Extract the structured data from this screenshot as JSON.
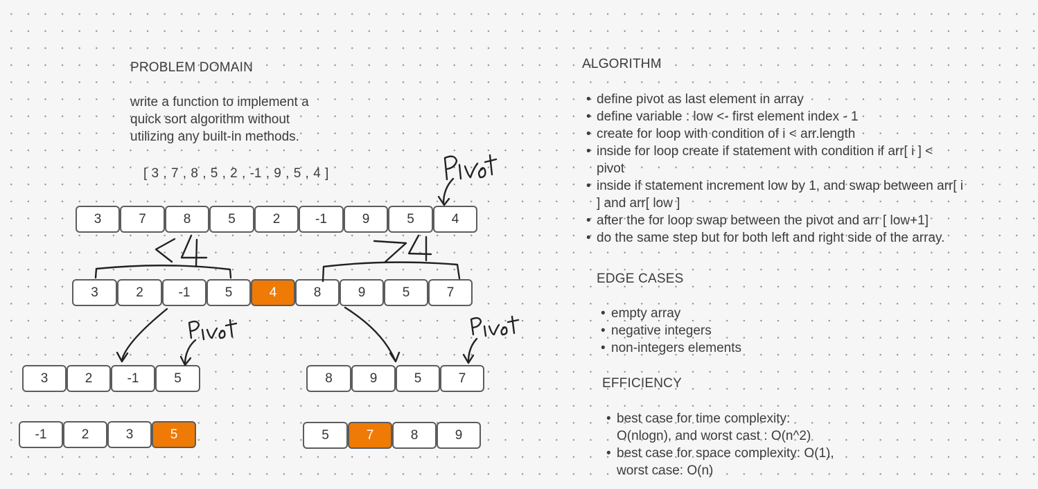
{
  "problem": {
    "heading": "PROBLEM DOMAIN",
    "lines": [
      "write a function to implement a",
      "quick sort algorithm without",
      "utilizing any built-in methods."
    ],
    "example": "[ 3 , 7 , 8 , 5 , 2 , -1 , 9 , 5 , 4 ]"
  },
  "diagram": {
    "rows": [
      {
        "values": [
          "3",
          "7",
          "8",
          "5",
          "2",
          "-1",
          "9",
          "5",
          "4"
        ],
        "highlight": []
      },
      {
        "values": [
          "3",
          "2",
          "-1",
          "5",
          "4",
          "8",
          "9",
          "5",
          "7"
        ],
        "highlight": [
          4
        ]
      },
      {
        "values": [
          "3",
          "2",
          "-1",
          "5"
        ],
        "highlight": []
      },
      {
        "values": [
          "8",
          "9",
          "5",
          "7"
        ],
        "highlight": []
      },
      {
        "values": [
          "-1",
          "2",
          "3",
          "5"
        ],
        "highlight": [
          3
        ]
      },
      {
        "values": [
          "5",
          "7",
          "8",
          "9"
        ],
        "highlight": [
          1
        ]
      }
    ],
    "annotations": {
      "pivot_label": "Pivot",
      "less_than": "<4",
      "greater_than": ">4"
    },
    "highlight_color": "#ef7a05"
  },
  "algorithm": {
    "heading": "ALGORITHM",
    "steps": [
      "define pivot as last element in array",
      "define variable : low <- first element index - 1",
      "create for loop with condition of i < arr.length",
      "inside for loop create if statement with condition if arr[ i ] < pivot",
      "inside if statement increment low by 1, and swap between arr[ i ] and arr[ low ]",
      "after the for loop swap between the pivot and arr [ low+1]",
      "do the same step but for both left and right side of the array."
    ]
  },
  "edge_cases": {
    "heading": "EDGE CASES",
    "items": [
      "empty array",
      "negative integers",
      "non-integers elements"
    ]
  },
  "efficiency": {
    "heading": "EFFICIENCY",
    "items": [
      "best case for time complexity: O(nlogn), and worst cast : O(n^2)",
      "best case for space complexity: O(1), worst case: O(n)"
    ]
  }
}
